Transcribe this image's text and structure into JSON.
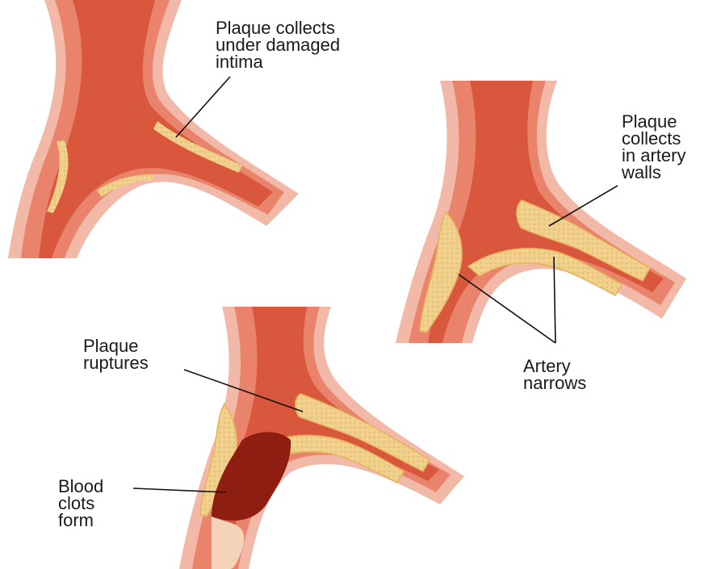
{
  "labels": {
    "plaque_under_intima": "Plaque collects\nunder damaged\nintima",
    "plaque_artery_walls": "Plaque\ncollects\nin artery\nwalls",
    "artery_narrows": "Artery\nnarrows",
    "plaque_ruptures": "Plaque\nruptures",
    "blood_clots": "Blood\nclots\nform"
  },
  "colors": {
    "adventitia": "#f3b9a8",
    "media": "#e9836b",
    "media_dark": "#d8684f",
    "intima_line": "#fbe0d2",
    "lumen": "#d9583d",
    "lumen_dark": "#c2432b",
    "plaque": "#f0cf8a",
    "plaque_edge": "#e6b25c",
    "clot": "#8e1d12",
    "leader_line": "#111111"
  }
}
